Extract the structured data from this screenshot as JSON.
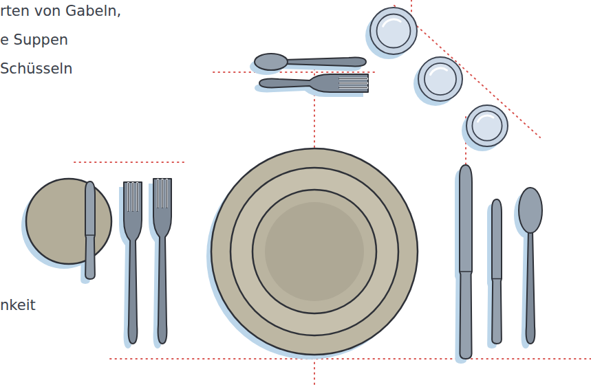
{
  "diagram": {
    "labels": [
      "rten von Gabeln,",
      "e Suppen",
      "Schüsseln",
      "nkeit"
    ]
  }
}
